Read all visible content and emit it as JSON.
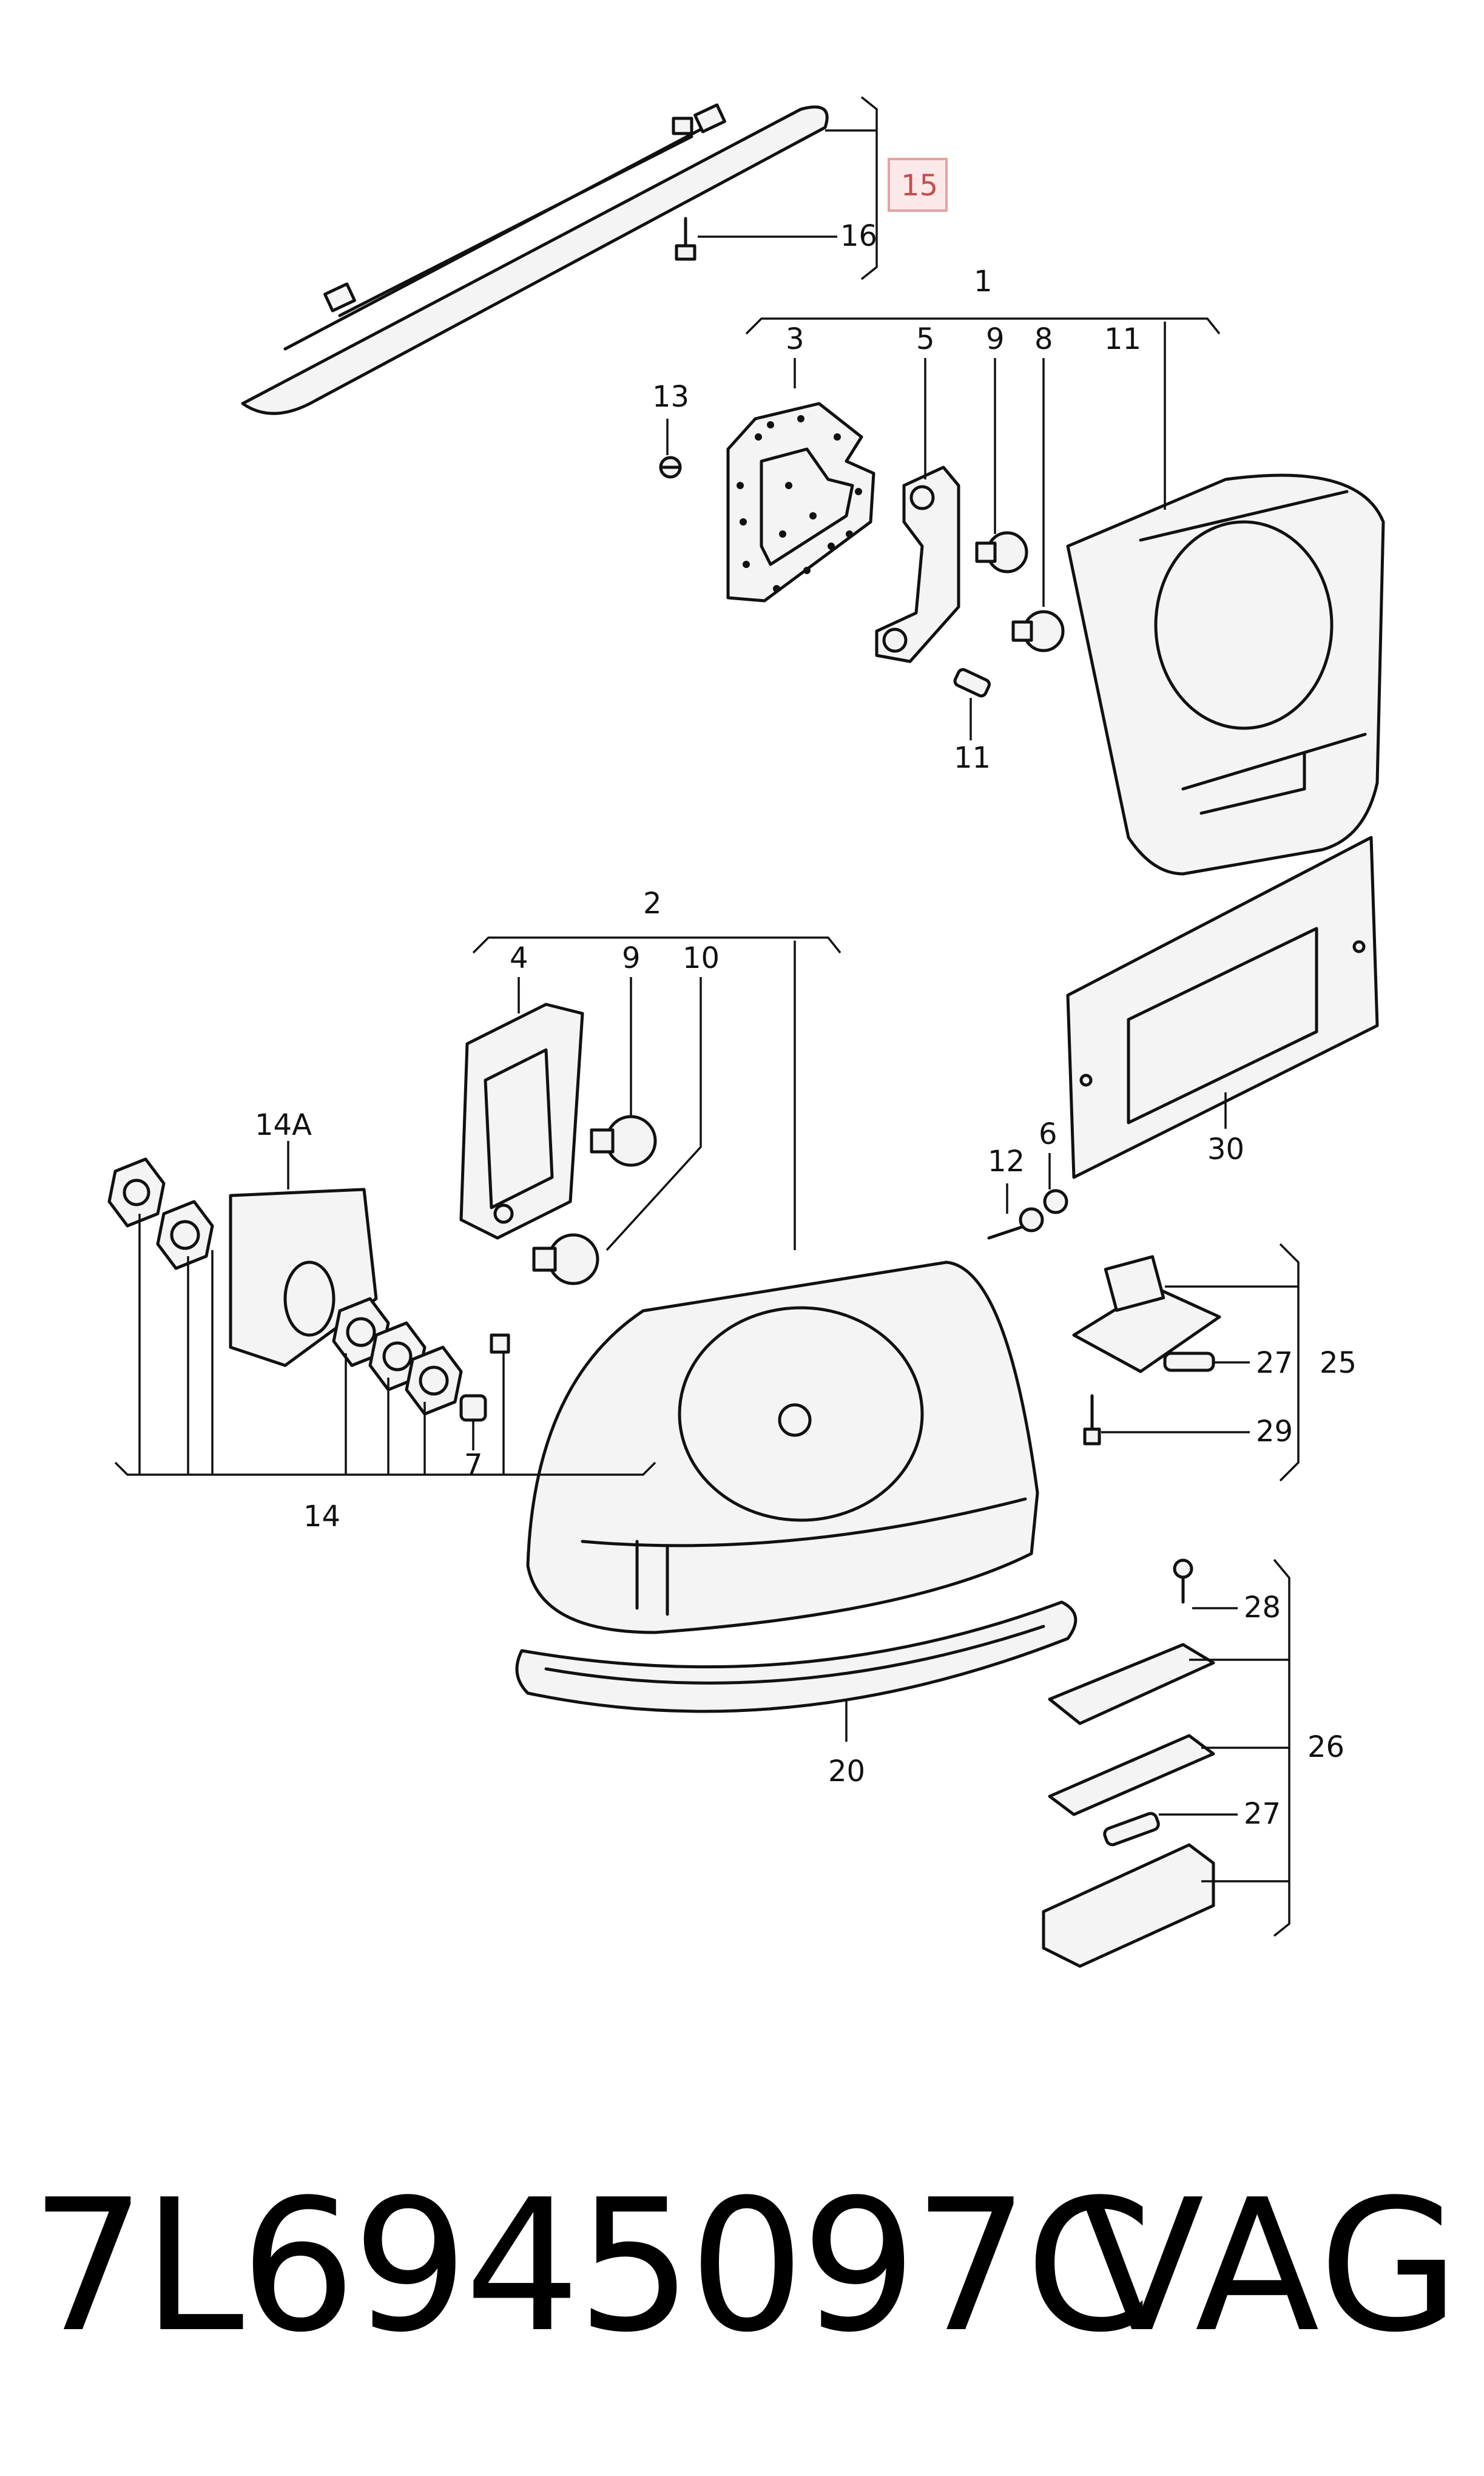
{
  "callouts": {
    "c1": "1",
    "c2": "2",
    "c3": "3",
    "c4": "4",
    "c5": "5",
    "c6": "6",
    "c7": "7",
    "c8": "8",
    "c9a": "9",
    "c9b": "9",
    "c10": "10",
    "c11a": "11",
    "c11b": "11",
    "c12": "12",
    "c13": "13",
    "c14": "14",
    "c14a": "14A",
    "c15": "15",
    "c16": "16",
    "c20": "20",
    "c25": "25",
    "c26": "26",
    "c27a": "27",
    "c27b": "27",
    "c28": "28",
    "c29": "29",
    "c30": "30"
  },
  "highlight_color": "#e8a0a0",
  "footer": {
    "part_number": "7L6945097C",
    "brand": "VAG"
  }
}
